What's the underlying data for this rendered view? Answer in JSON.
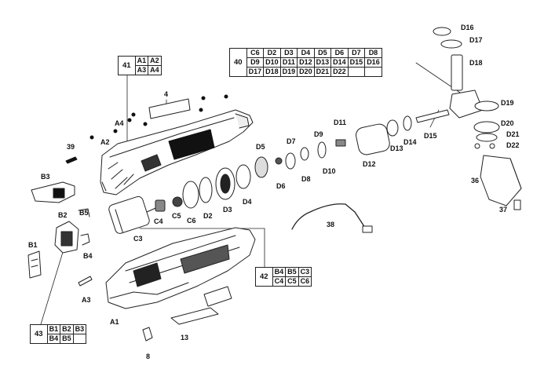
{
  "callouts": {
    "A1": "A1",
    "A2": "A2",
    "A3": "A3",
    "A4": "A4",
    "B1": "B1",
    "B2": "B2",
    "B3": "B3",
    "B4": "B4",
    "B5": "B5",
    "C3": "C3",
    "C4": "C4",
    "C5": "C5",
    "C6": "C6",
    "D2": "D2",
    "D3": "D3",
    "D4": "D4",
    "D5": "D5",
    "D6": "D6",
    "D7": "D7",
    "D8": "D8",
    "D9": "D9",
    "D10": "D10",
    "D11": "D11",
    "D12": "D12",
    "D13": "D13",
    "D14": "D14",
    "D15": "D15",
    "D16": "D16",
    "D17": "D17",
    "D18": "D18",
    "D19": "D19",
    "D20": "D20",
    "D21": "D21",
    "D22": "D22",
    "n4": "4",
    "n8": "8",
    "n13": "13",
    "n36": "36",
    "n37": "37",
    "n38": "38",
    "n39": "39"
  },
  "groups": {
    "g40": {
      "key": "40",
      "rows": [
        [
          "C6",
          "D2",
          "D3",
          "D4",
          "D5",
          "D6",
          "D7",
          "D8"
        ],
        [
          "D9",
          "D10",
          "D11",
          "D12",
          "D13",
          "D14",
          "D15",
          "D16"
        ],
        [
          "D17",
          "D18",
          "D19",
          "D20",
          "D21",
          "D22",
          "",
          ""
        ]
      ]
    },
    "g41": {
      "key": "41",
      "rows": [
        [
          "A1",
          "A2"
        ],
        [
          "A3",
          "A4"
        ]
      ]
    },
    "g42": {
      "key": "42",
      "rows": [
        [
          "B4",
          "B5",
          "C3"
        ],
        [
          "C4",
          "C5",
          "C6"
        ]
      ]
    },
    "g43": {
      "key": "43",
      "rows": [
        [
          "B1",
          "B2",
          "B3"
        ],
        [
          "B4",
          "B5",
          ""
        ]
      ]
    }
  }
}
